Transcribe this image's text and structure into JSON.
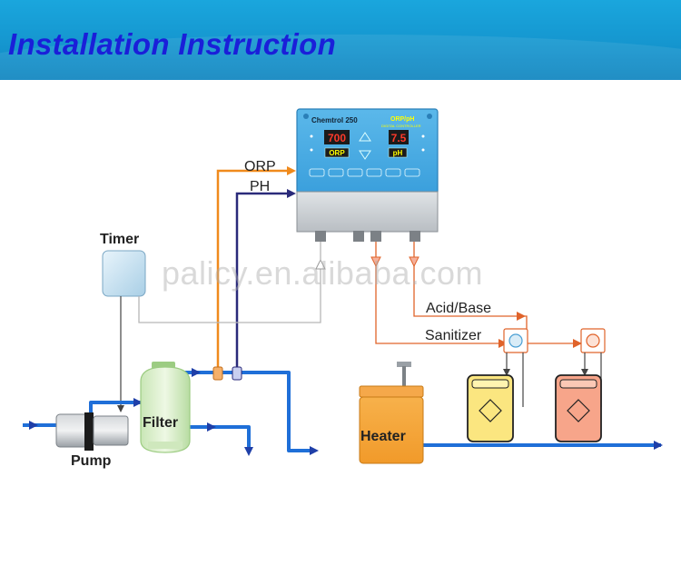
{
  "banner": {
    "title": "Installation Instruction"
  },
  "controller": {
    "brand": "Chemtrol 250",
    "model": "ORP/pH",
    "subtitle": "DIGITAL CONTROLLER",
    "orp_value": "700",
    "ph_value": "7.5",
    "orp_tag": "ORP",
    "ph_tag": "pH"
  },
  "labels": {
    "orp": "ORP",
    "ph": "PH",
    "timer": "Timer",
    "filter": "Filter",
    "pump": "Pump",
    "heater": "Heater",
    "acid_base": "Acid/Base",
    "sanitizer": "Sanitizer"
  },
  "watermark": "palicy.en.alibaba.com",
  "colors": {
    "pipe": "#1f6fd8",
    "orp_line": "#f08a1c",
    "ph_line": "#2a2a7a",
    "dose_line": "#e0632a",
    "banner": "#1596cf",
    "title": "#1a1fd9"
  }
}
